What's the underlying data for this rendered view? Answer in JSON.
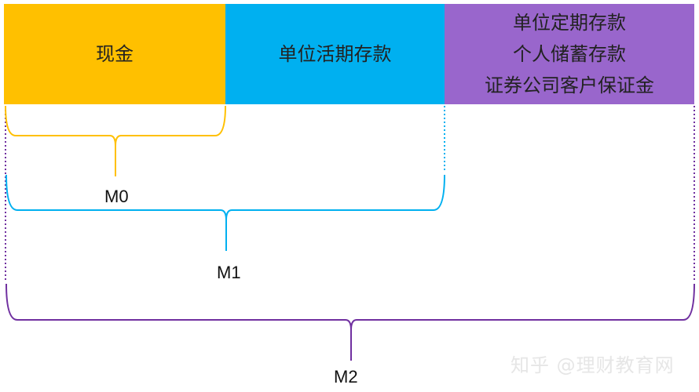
{
  "blocks": [
    {
      "id": "cash",
      "lines": [
        "现金"
      ],
      "color": "#FFC000"
    },
    {
      "id": "demand",
      "lines": [
        "单位活期存款"
      ],
      "color": "#00B0F0"
    },
    {
      "id": "other",
      "lines": [
        "单位定期存款",
        "个人储蓄存款",
        "证券公司客户保证金"
      ],
      "color": "#9966CC"
    }
  ],
  "braces": {
    "m0": {
      "label": "M0",
      "color": "#FFC000"
    },
    "m1": {
      "label": "M1",
      "color": "#00B0F0"
    },
    "m2": {
      "label": "M2",
      "color": "#7030A0"
    }
  },
  "watermark": "知乎 @理财教育网"
}
